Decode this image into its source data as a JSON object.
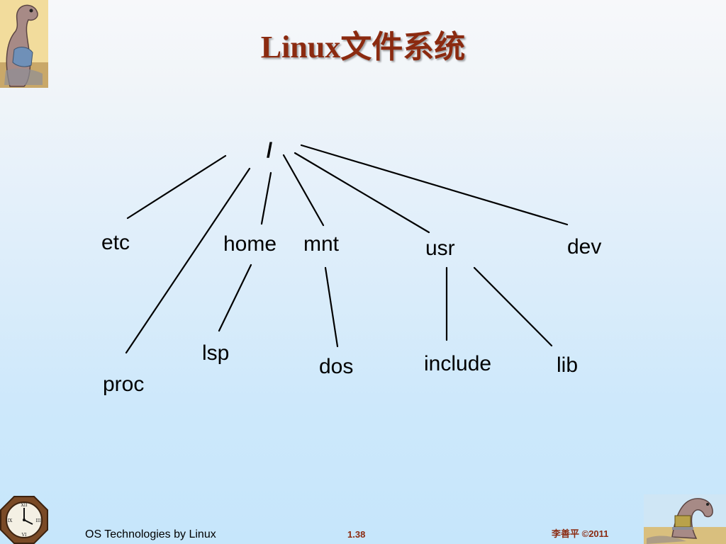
{
  "slide": {
    "title": "Linux文件系统",
    "footer_left": "OS Technologies by Linux",
    "page_number": "1.38",
    "footer_right": "李善平 ©2011"
  },
  "tree": {
    "root": "/",
    "nodes": {
      "etc": "etc",
      "proc": "proc",
      "home": "home",
      "mnt": "mnt",
      "usr": "usr",
      "dev": "dev",
      "lsp": "lsp",
      "dos": "dos",
      "include": "include",
      "lib": "lib"
    }
  },
  "icons": {
    "top_left": "dinosaur-mascot-icon",
    "bottom_left": "clock-icon",
    "bottom_right": "dinosaur-laptop-icon"
  }
}
